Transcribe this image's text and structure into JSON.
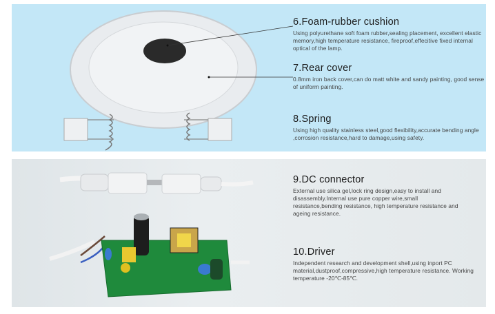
{
  "features": [
    {
      "title": "6.Foam-rubber cushion",
      "description": "Using polyurethane soft foam rubber,sealing placement, excellent elastic memory,high temperature resistance, fireproof,effecitive fixed internal optical of the lamp."
    },
    {
      "title": "7.Rear cover",
      "description": "0.8mm iron back cover,can do matt white and sandy painting, good sense of uniform painting."
    },
    {
      "title": "8.Spring",
      "description": "Using high quality stainless steel,good flexibility,accurate bending angle ,corrosion resistance,hard to damage,using safety."
    },
    {
      "title": "9.DC connector",
      "description": "External use silica gel,lock ring design,easy to install and disassembly.Internal use pure copper wire,small resistance,bending resistance, high temperature resistance and ageing resistance."
    },
    {
      "title": "10.Driver",
      "description": "Independent research and development shell,using inport PC material,dustproof,compressive,high temperature resistance. Working temperature -20℃-85℃."
    }
  ],
  "colors": {
    "top_panel": "#c3e7f7",
    "bottom_panel": "#e4e9eb",
    "pcb": "#1f8a3c"
  }
}
